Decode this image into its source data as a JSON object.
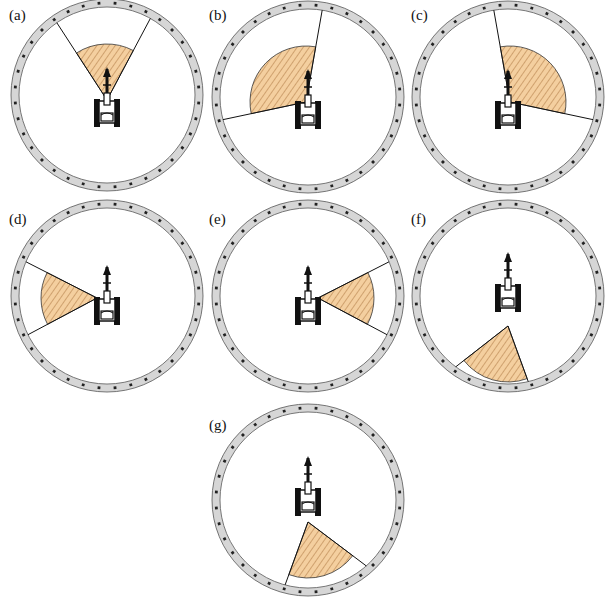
{
  "diagram": {
    "labels": [
      "(a)",
      "(b)",
      "(c)",
      "(d)",
      "(e)",
      "(f)",
      "(g)"
    ]
  }
}
